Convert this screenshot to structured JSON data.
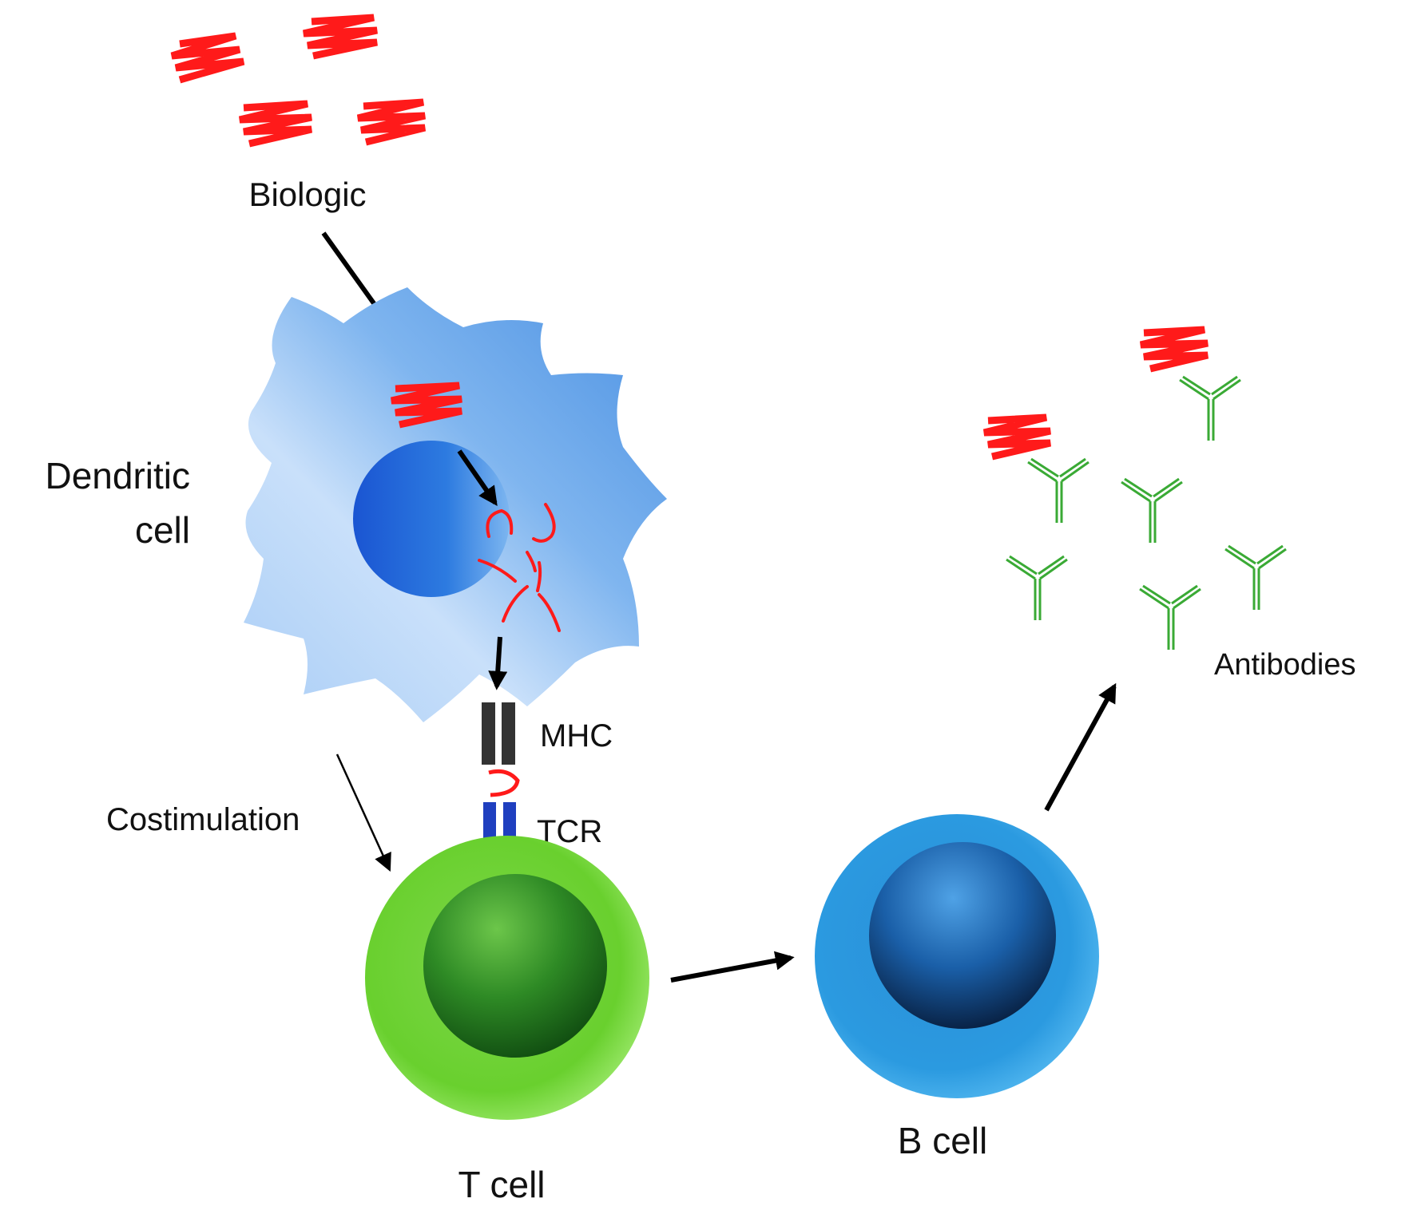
{
  "labels": {
    "biologic": "Biologic",
    "dendritic_line1": "Dendritic",
    "dendritic_line2": "cell",
    "mhc": "MHC",
    "tcr": "TCR",
    "costimulation": "Costimulation",
    "t_cell": "T cell",
    "b_cell": "B cell",
    "antibodies": "Antibodies"
  },
  "colors": {
    "biologic": "#ff1a1a",
    "dendritic_cell": "#5b9ee8",
    "nucleus": "#1f5fd6",
    "mhc": "#333333",
    "tcr": "#1f3fbf",
    "t_cell": "#79d93a",
    "b_cell": "#2f9be0",
    "antibody": "#3aaa35",
    "arrow": "#000000"
  }
}
